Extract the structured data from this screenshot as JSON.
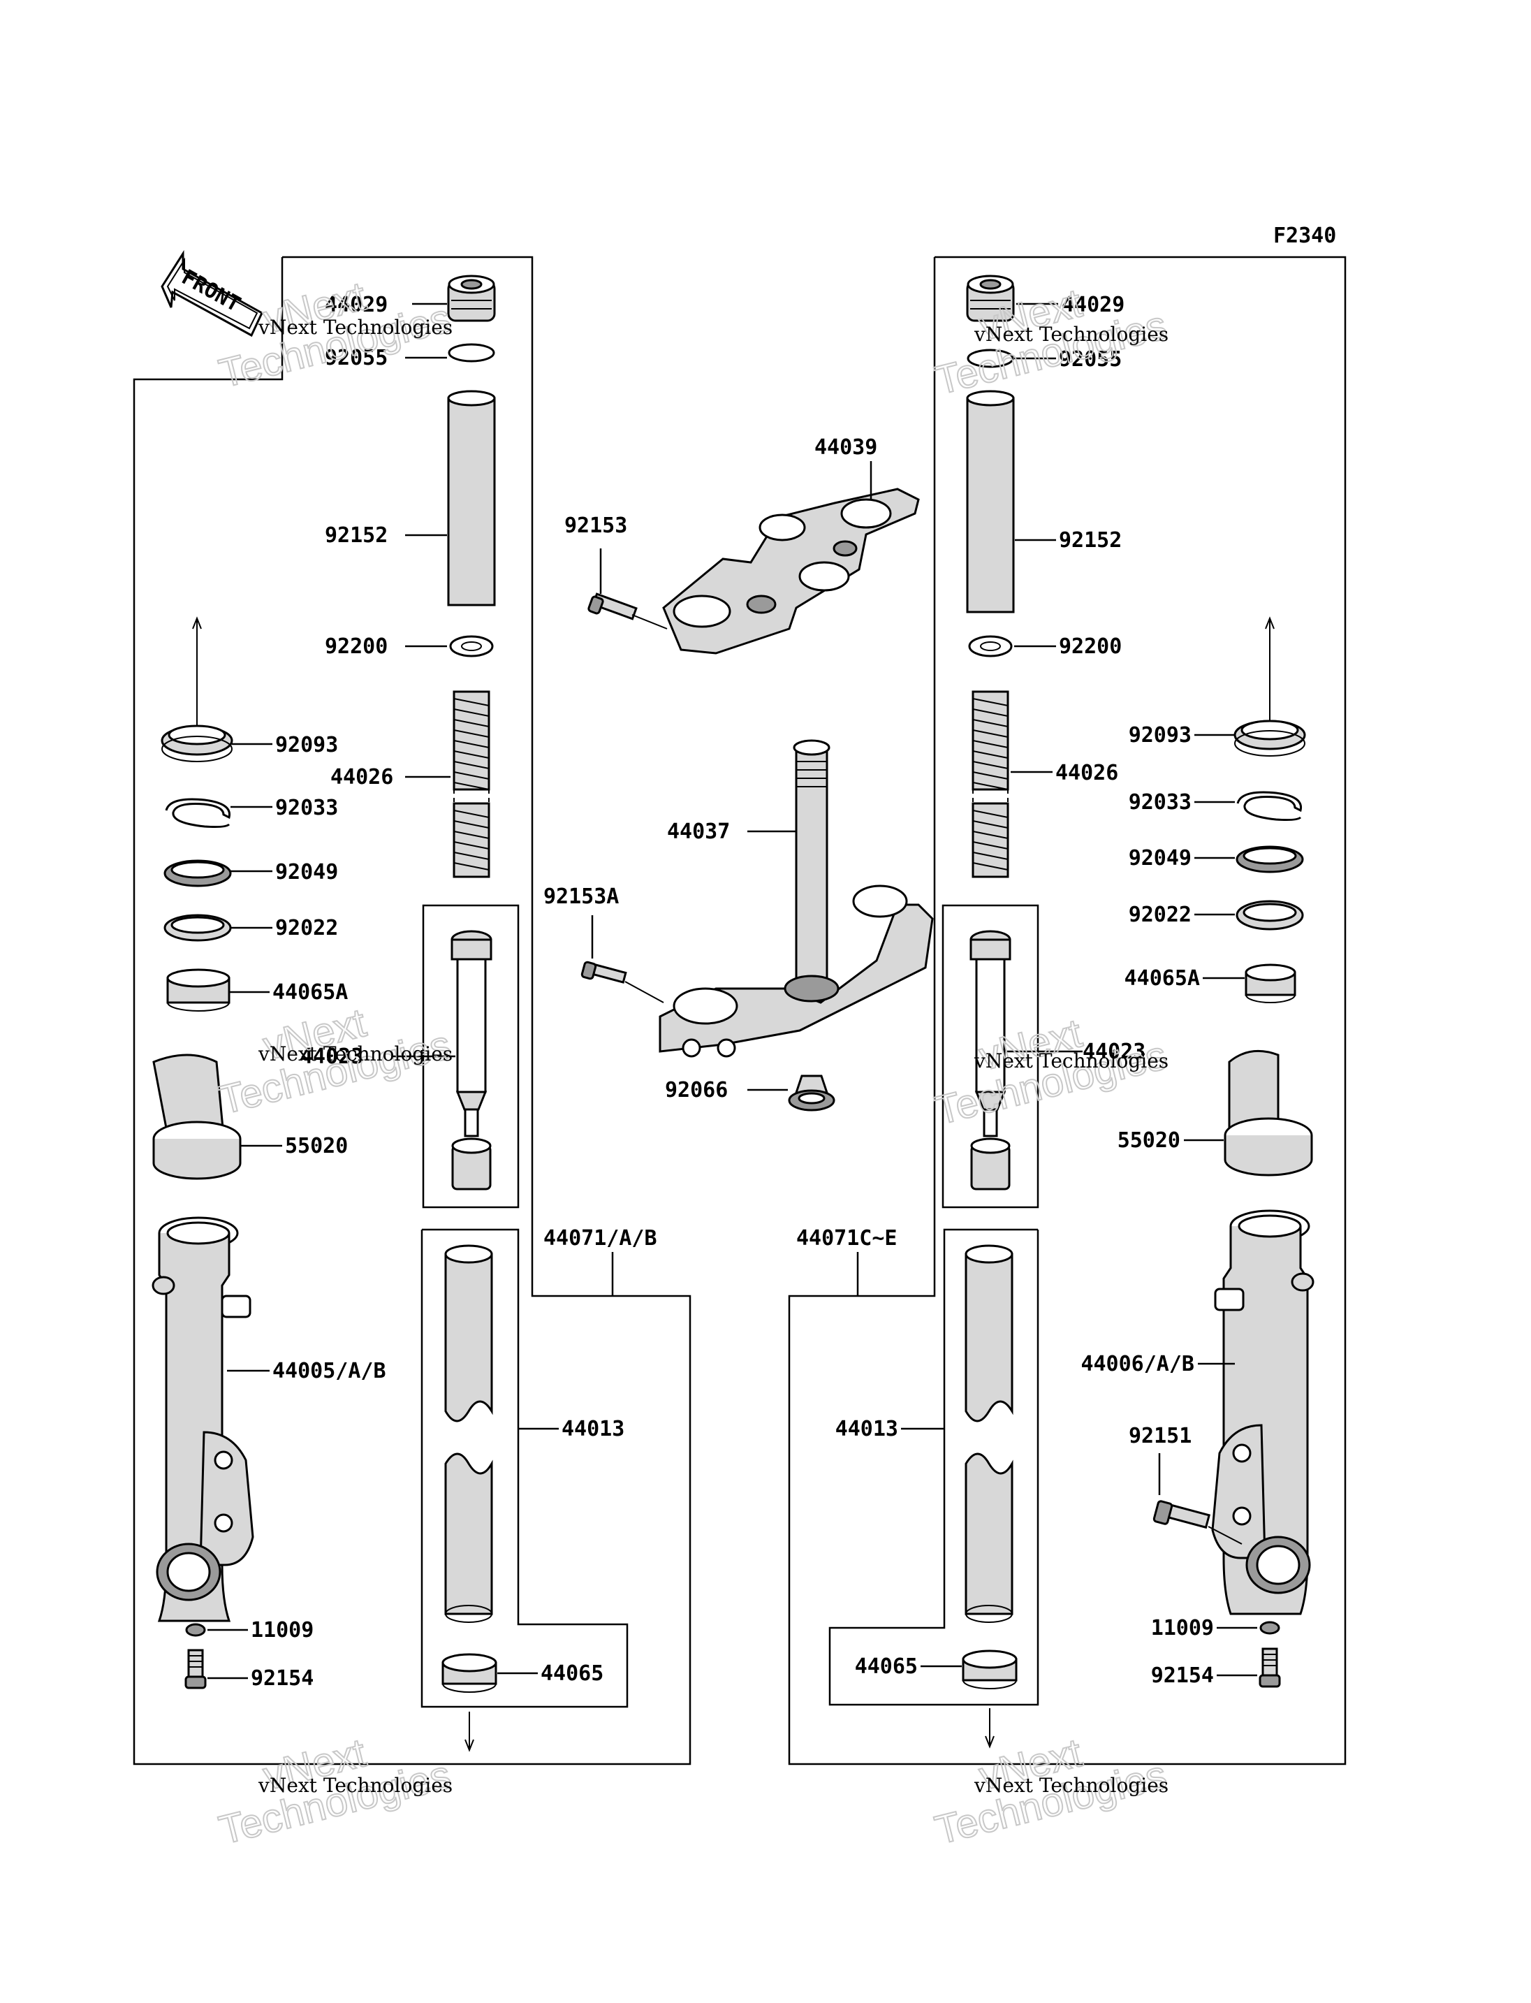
{
  "figure_code": "F2340",
  "front_arrow": {
    "label": "FRONT",
    "icon": "front-arrow-icon"
  },
  "watermark": {
    "line1": "vNext Technologies",
    "line2": "vNext",
    "line3": "Technologies"
  },
  "labels": {
    "l_44029": "44029",
    "l_92055": "92055",
    "l_92152": "92152",
    "l_92200": "92200",
    "l_92093": "92093",
    "l_44026": "44026",
    "l_92033": "92033",
    "l_92049": "92049",
    "l_92022": "92022",
    "l_44065A": "44065A",
    "l_44023": "44023",
    "l_55020": "55020",
    "l_44005": "44005/A/B",
    "l_44013": "44013",
    "l_11009": "11009",
    "l_92154": "92154",
    "l_44065": "44065",
    "l_44071": "44071/A/B",
    "r_44029": "44029",
    "r_92055": "92055",
    "r_92152": "92152",
    "r_92200": "92200",
    "r_92093": "92093",
    "r_44026": "44026",
    "r_92033": "92033",
    "r_92049": "92049",
    "r_92022": "92022",
    "r_44065A": "44065A",
    "r_44023": "44023",
    "r_55020": "55020",
    "r_44006": "44006/A/B",
    "r_92151": "92151",
    "r_44013": "44013",
    "r_11009": "11009",
    "r_92154": "92154",
    "r_44065": "44065",
    "r_44071": "44071C~E",
    "c_44039": "44039",
    "c_92153": "92153",
    "c_44037": "44037",
    "c_92153A": "92153A",
    "c_92066": "92066"
  }
}
